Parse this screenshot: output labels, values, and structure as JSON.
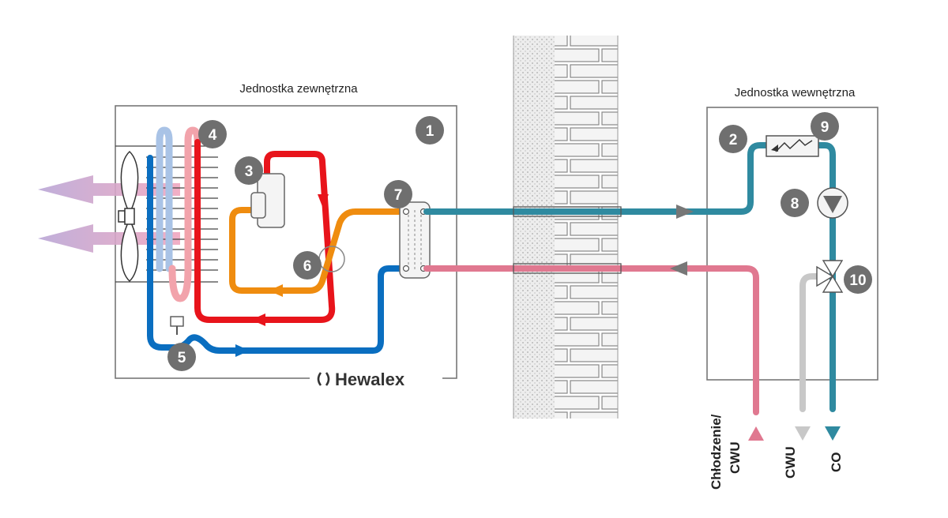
{
  "labels": {
    "outdoor_unit": "Jednostka zewnętrzna",
    "indoor_unit": "Jednostka wewnętrzna",
    "brand": "Hewalex"
  },
  "markers": [
    "1",
    "2",
    "3",
    "4",
    "5",
    "6",
    "7",
    "8",
    "9",
    "10"
  ],
  "outputs": {
    "cooling_dhw_line1": "Chłodzenie/",
    "cooling_dhw_line2": "CWU",
    "dhw": "CWU",
    "heating": "CO"
  },
  "colors": {
    "hot_refrigerant": "#e8141b",
    "liquid_refrigerant": "#ef8c0f",
    "cold_refrigerant": "#0a6ec0",
    "heating_supply": "#2f8aa0",
    "return_water": "#e07890",
    "dhw_line": "#c8c8c8",
    "marker_fill": "#6f6f6f"
  },
  "icons": [
    "fan-icon",
    "compressor-icon",
    "plate-heat-exchanger-icon",
    "expansion-valve-icon",
    "circulation-pump-icon",
    "electric-heater-icon",
    "three-way-valve-icon",
    "flow-arrow-icon"
  ]
}
